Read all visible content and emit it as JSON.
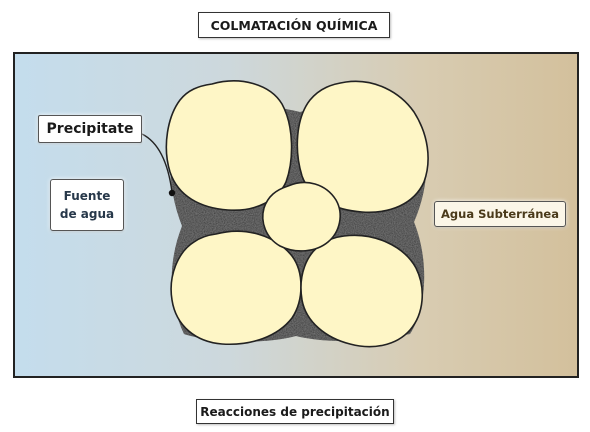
{
  "title": "COLMATACIÓN QUÍMICA",
  "footer": "Reacciones de precipitación",
  "labels": {
    "precipitate": "Precipitate",
    "water_source_line1": "Fuente",
    "water_source_line2": "de agua",
    "groundwater": "Agua Subterránea"
  },
  "colors": {
    "grain": "#fef6c6",
    "precipitate": "#2b2b2b",
    "gradient_left": "#c4dded",
    "gradient_right": "#d3c09c"
  }
}
